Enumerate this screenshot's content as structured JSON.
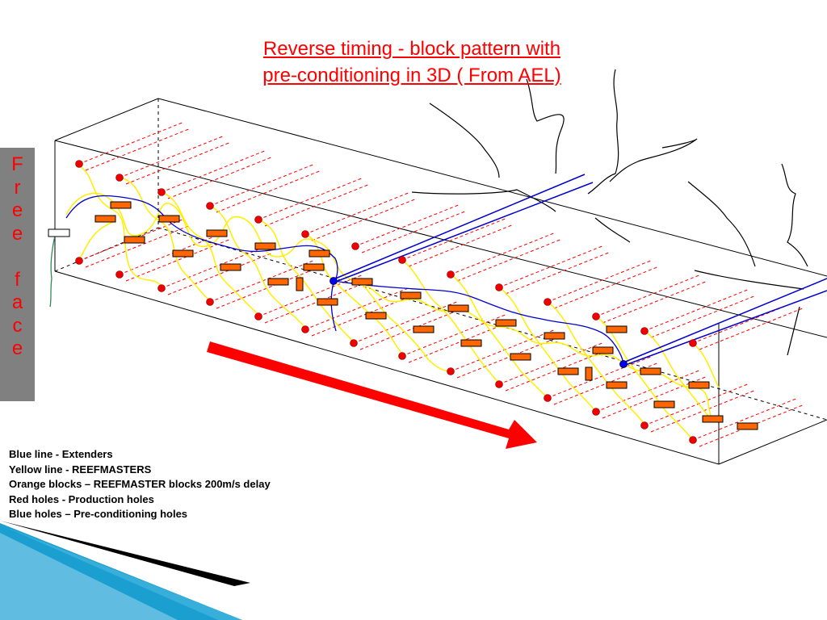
{
  "title": {
    "line1": "Reverse timing - block pattern with ",
    "line2": "pre-conditioning in 3D ( From AEL)"
  },
  "free_face": [
    "F",
    "r",
    "e",
    "e",
    "",
    "f",
    "a",
    "c",
    "e"
  ],
  "legend": [
    "Blue line - Extenders",
    "Yellow line - REEFMASTERS",
    "Orange blocks – REEFMASTER blocks 200m/s delay",
    "Red holes - Production holes",
    "Blue holes – Pre-conditioning holes"
  ],
  "colors": {
    "title": "#ff0000",
    "production_hole": "#ee0000",
    "preconditioning_hole": "#0000ee",
    "reefmaster_line": "#ffee00",
    "extender_line": "#0000cc",
    "delay_block": "#ff6600",
    "arrow": "#ff0000",
    "free_face_panel": "#808080",
    "accent_band": "#1a9fd0"
  }
}
